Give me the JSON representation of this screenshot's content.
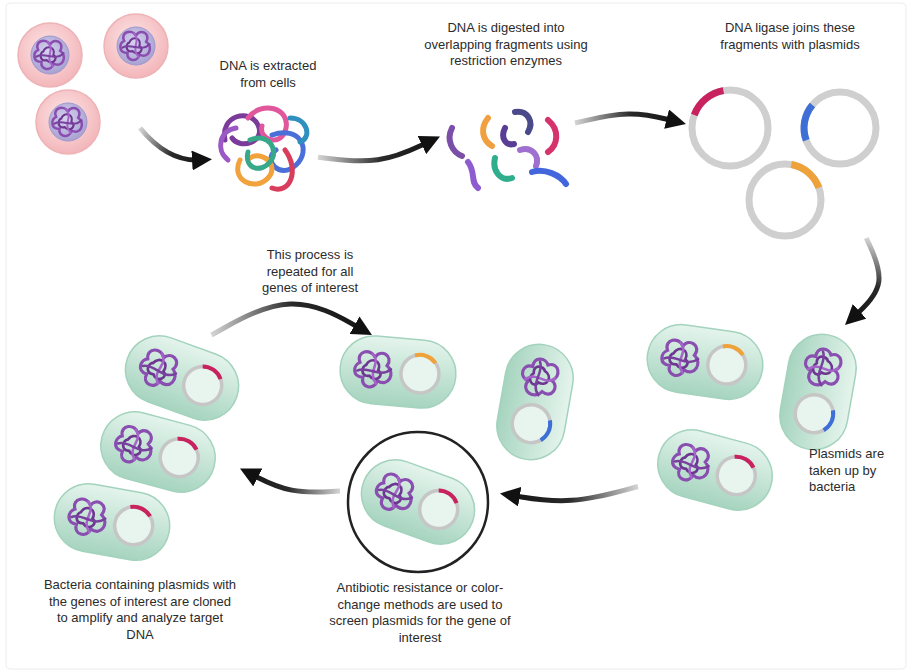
{
  "diagram": {
    "nodes": [
      {
        "text": [
          "DNA is extracted from cells"
        ]
      },
      {
        "text": [
          "DNA is digested into overlapping fragments using restriction enzymes"
        ]
      },
      {
        "text": [
          "DNA ligase joins these fragments with plasmids"
        ]
      },
      {
        "text": [
          "Plasmids are taken up by bacteria"
        ]
      },
      {
        "text": [
          "Antibiotic resistance or color-change methods are used to screen plasmids for the gene of interest"
        ]
      },
      {
        "text": [
          "Bacteria containing plasmids with the genes of interest are cloned to amplify and analyze target DNA"
        ]
      }
    ],
    "edges": [
      {
        "from": 0,
        "to": 1,
        "arrow": "to"
      },
      {
        "from": 1,
        "to": 2,
        "arrow": "to"
      },
      {
        "from": 2,
        "to": 3,
        "arrow": "to"
      },
      {
        "from": 3,
        "to": 4,
        "arrow": "to"
      },
      {
        "from": 4,
        "to": 5,
        "arrow": "to"
      },
      {
        "from": 5,
        "to": 4,
        "label": "This process is repeated for all genes of interest",
        "arrow": "to"
      }
    ]
  }
}
